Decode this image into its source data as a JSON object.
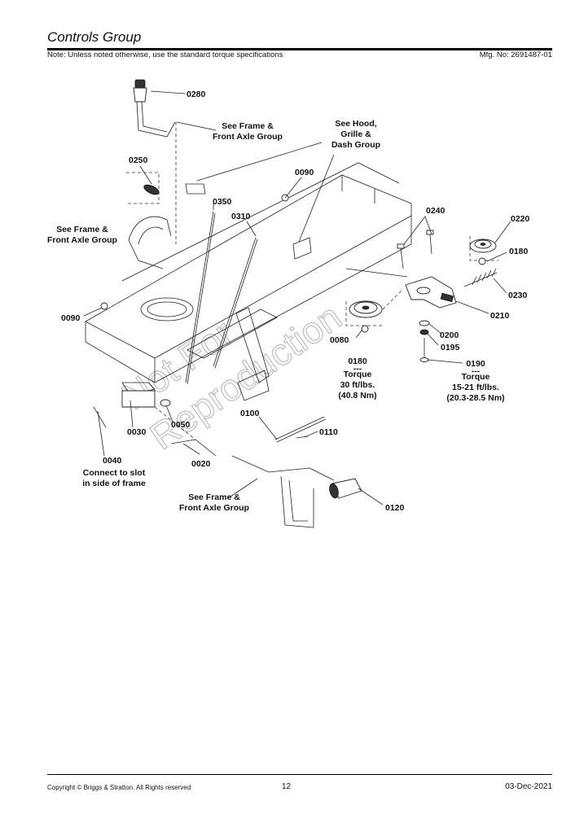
{
  "header": {
    "title": "Controls Group",
    "note": "Note: Unless noted otherwise, use the standard torque specifications",
    "mfg": "Mfg. No: 2691487-01"
  },
  "diagram": {
    "watermark": [
      "Not For",
      "Reproduction"
    ],
    "labels": {
      "p0280": "0280",
      "see_frame_top_1": "See Frame &",
      "see_frame_top_2": "Front Axle Group",
      "see_hood_1": "See Hood,",
      "see_hood_2": "Grille &",
      "see_hood_3": "Dash  Group",
      "p0250": "0250",
      "p0090_top": "0090",
      "p0350": "0350",
      "p0310": "0310",
      "p0240": "0240",
      "p0220": "0220",
      "see_frame_left_1": "See Frame &",
      "see_frame_left_2": "Front Axle Group",
      "p0180_top": "0180",
      "p0230": "0230",
      "p0210": "0210",
      "p0090_left": "0090",
      "p0200": "0200",
      "p0080": "0080",
      "p0195": "0195",
      "p0180_bottom": "0180",
      "dash1": "---",
      "torque1": "Torque",
      "torque1_value": "30 ft/lbs.",
      "torque1_metric": "(40.8 Nm)",
      "p0190": "0190",
      "dash2": "---",
      "torque2": "Torque",
      "torque2_value": "15-21 ft/lbs.",
      "torque2_metric": "(20.3-28.5 Nm)",
      "p0100": "0100",
      "p0110": "0110",
      "p0030": "0030",
      "p0050": "0050",
      "p0040": "0040",
      "connect_1": "Connect to slot",
      "connect_2": "in side of frame",
      "p0020": "0020",
      "see_frame_bottom_1": "See Frame &",
      "see_frame_bottom_2": "Front Axle Group",
      "p0120": "0120"
    }
  },
  "footer": {
    "copyright": "Copyright ©  Briggs & Stratton. All Rights reserved",
    "page": "12",
    "date": "03-Dec-2021"
  }
}
